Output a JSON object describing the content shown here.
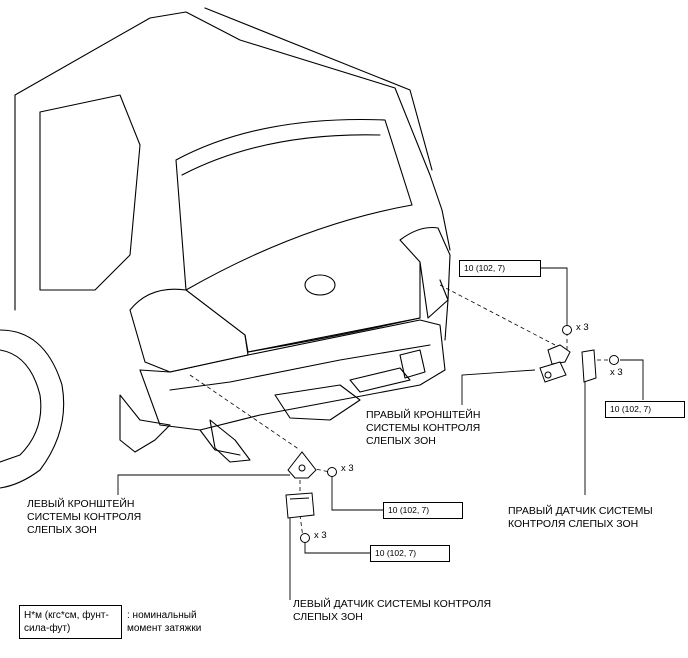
{
  "labels": {
    "right_bracket": [
      "ПРАВЫЙ КРОНШТЕЙН",
      "СИСТЕМЫ КОНТРОЛЯ",
      "СЛЕПЫХ ЗОН"
    ],
    "right_sensor": [
      "ПРАВЫЙ ДАТЧИК СИСТЕМЫ",
      "КОНТРОЛЯ СЛЕПЫХ ЗОН"
    ],
    "left_bracket": [
      "ЛЕВЫЙ КРОНШТЕЙН",
      "СИСТЕМЫ КОНТРОЛЯ",
      "СЛЕПЫХ ЗОН"
    ],
    "left_sensor": [
      "ЛЕВЫЙ ДАТЧИК СИСТЕМЫ КОНТРОЛЯ",
      "СЛЕПЫХ ЗОН"
    ]
  },
  "torque": {
    "right_bracket": "10 (102, 7)",
    "right_sensor": "10 (102, 7)",
    "left_bracket": "10 (102, 7)",
    "left_sensor": "10 (102, 7)"
  },
  "quantities": {
    "right_bracket": "x 3",
    "right_sensor": "x 3",
    "left_bracket": "x 3",
    "left_sensor": "x 3"
  },
  "legend": {
    "key": [
      "Н*м (кгс*см, фунт-",
      "сила-фут)"
    ],
    "desc": [
      ": номинальный",
      "момент затяжки"
    ]
  }
}
